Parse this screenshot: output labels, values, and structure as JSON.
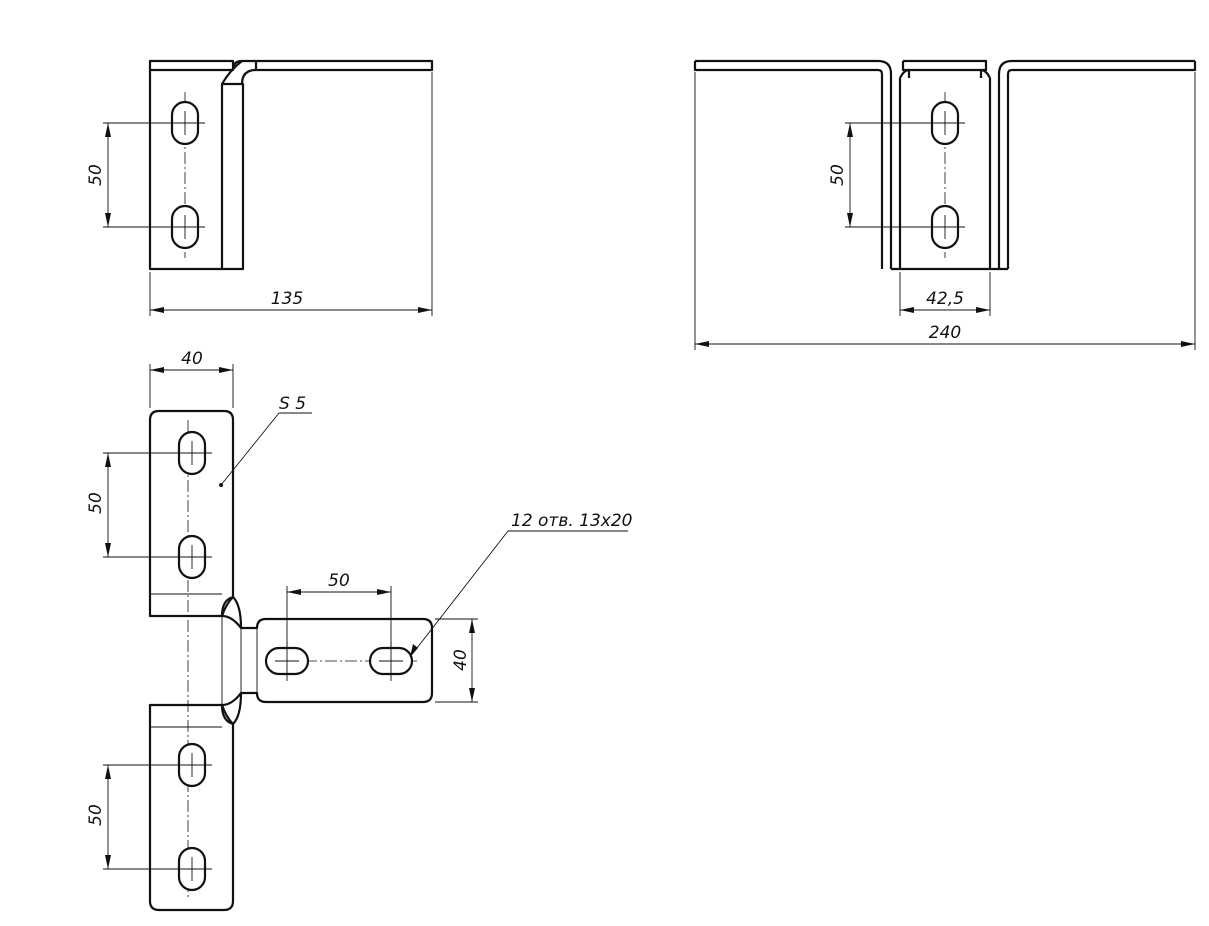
{
  "drawing": {
    "front_view": {
      "dim_hole_pitch": "50",
      "dim_overall_depth": "135"
    },
    "side_view": {
      "dim_hole_pitch": "50",
      "dim_inner_width": "42,5",
      "dim_overall_width": "240"
    },
    "flat_pattern": {
      "dim_tab_width": "40",
      "thickness_label": "S 5",
      "dim_upper_pitch": "50",
      "dim_lower_pitch": "50",
      "dim_right_pitch": "50",
      "dim_right_width": "40",
      "hole_callout": "12 отв. 13x20"
    }
  },
  "colors": {
    "line": "#111111",
    "background": "#ffffff"
  }
}
